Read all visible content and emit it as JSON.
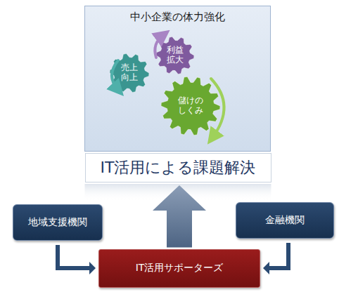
{
  "diagram": {
    "nodes": [
      {
        "text": [
          "中小企業の体力強化"
        ]
      },
      {
        "text": [
          "利益 拡大"
        ],
        "in": 0
      },
      {
        "text": [
          "売上 向上"
        ],
        "in": 0
      },
      {
        "text": [
          "儲けの しくみ"
        ],
        "in": 0
      },
      {
        "text": [
          "IT活用による課題解決"
        ]
      },
      {
        "text": [
          "地域支援機関"
        ]
      },
      {
        "text": [
          "金融機関"
        ]
      },
      {
        "text": [
          "IT活用サポーターズ"
        ]
      }
    ],
    "edges": [
      {
        "from": 5,
        "to": 7,
        "arrow": "to"
      },
      {
        "from": 6,
        "to": 7,
        "arrow": "to"
      },
      {
        "from": 7,
        "to": 4,
        "arrow": "to"
      }
    ]
  }
}
